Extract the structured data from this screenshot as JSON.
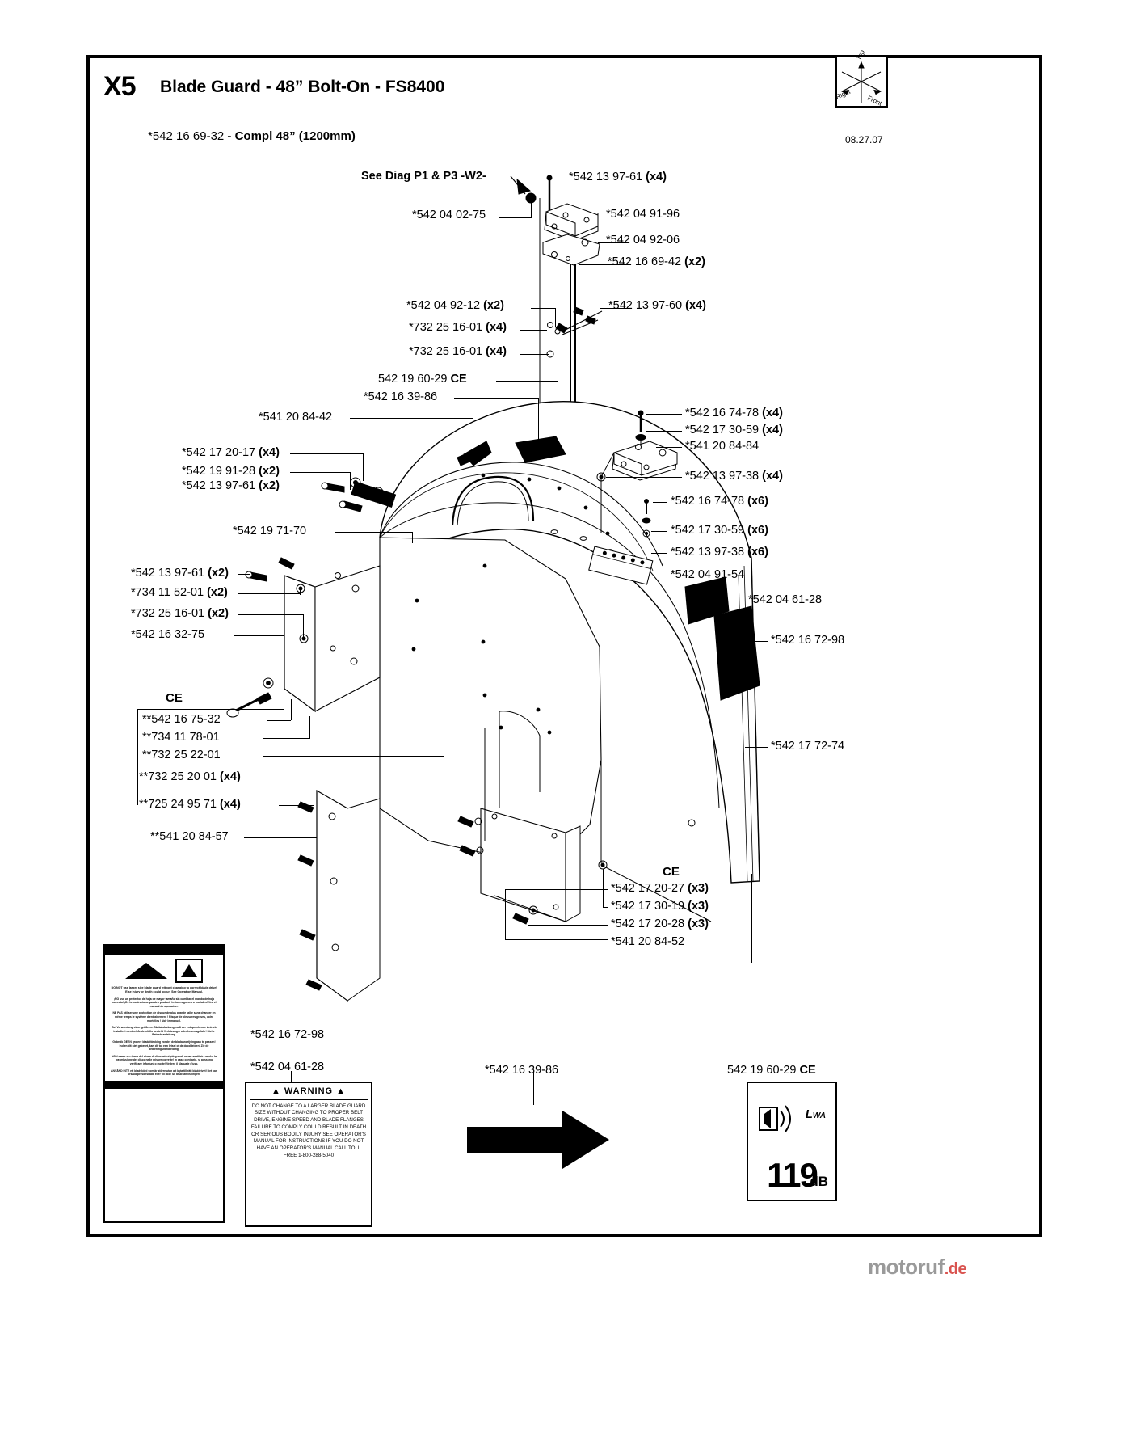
{
  "header": {
    "section_code": "X5",
    "title": "Blade Guard - 48” Bolt-On - FS8400",
    "subtitle_part": "*542 16 69-32",
    "subtitle_desc": "- Compl 48”",
    "subtitle_size": "(1200mm)",
    "date": "08.27.07"
  },
  "compass": {
    "top": "Top",
    "right": "Right",
    "front": "Front"
  },
  "callouts": {
    "see_diag": "See Diag P1 & P3",
    "see_diag_w2": "-W2-",
    "top_bolt": "*542 13 97-61",
    "top_bolt_qty": "(x4)",
    "c_542_04_02_75": "*542 04 02-75",
    "c_542_04_91_96": "*542 04 91-96",
    "c_542_04_92_06": "*542 04 92-06",
    "c_542_16_69_42": "*542 16 69-42",
    "c_542_16_69_42_qty": "(x2)",
    "c_542_04_92_12": "*542 04 92-12",
    "c_542_04_92_12_qty": "(x2)",
    "c_542_13_97_60": "*542 13 97-60",
    "c_542_13_97_60_qty": "(x4)",
    "c_732_25_16_01_a": "*732 25 16-01",
    "c_732_25_16_01_a_qty": "(x4)",
    "c_732_25_16_01_b": "*732 25 16-01",
    "c_732_25_16_01_b_qty": "(x4)",
    "c_542_19_60_29": "542 19 60-29",
    "c_542_19_60_29_ce": "CE",
    "c_542_16_39_86": "*542 16 39-86",
    "c_541_20_84_42": "*541 20 84-42",
    "c_542_17_20_17": "*542 17 20-17",
    "c_542_17_20_17_qty": "(x4)",
    "c_542_19_91_28": "*542 19 91-28",
    "c_542_19_91_28_qty": "(x2)",
    "c_542_13_97_61_a": "*542 13 97-61",
    "c_542_13_97_61_a_qty": "(x2)",
    "c_542_19_71_70": "*542 19 71-70",
    "c_542_13_97_61_b": "*542 13 97-61",
    "c_542_13_97_61_b_qty": "(x2)",
    "c_734_11_52_01": "*734 11 52-01",
    "c_734_11_52_01_qty": "(x2)",
    "c_732_25_16_01_c": "*732 25 16-01",
    "c_732_25_16_01_c_qty": "(x2)",
    "c_542_16_32_75": "*542 16 32-75",
    "ce_left_head": "CE",
    "c_542_16_75_32": "**542 16 75-32",
    "c_734_11_78_01": "**734 11 78-01",
    "c_732_25_22_01": "**732 25 22-01",
    "c_732_25_20_01": "**732 25 20 01",
    "c_732_25_20_01_qty": "(x4)",
    "c_725_24_95_71": "**725 24 95 71",
    "c_725_24_95_71_qty": "(x4)",
    "c_541_20_84_57": "**541 20 84-57",
    "c_542_16_74_78_a": "*542 16 74-78",
    "c_542_16_74_78_a_qty": "(x4)",
    "c_542_17_30_59_a": "*542 17 30-59",
    "c_542_17_30_59_a_qty": "(x4)",
    "c_541_20_84_84": "*541 20 84-84",
    "c_542_13_97_38_a": "*542 13 97-38",
    "c_542_13_97_38_a_qty": "(x4)",
    "c_542_16_74_78_b": "*542 16 74-78",
    "c_542_16_74_78_b_qty": "(x6)",
    "c_542_17_30_59_b": "*542 17 30-59",
    "c_542_17_30_59_b_qty": "(x6)",
    "c_542_13_97_38_b": "*542 13 97-38",
    "c_542_13_97_38_b_qty": "(x6)",
    "c_542_04_91_54": "*542 04 91-54",
    "c_542_04_61_28": "*542 04 61-28",
    "c_542_16_72_98": "*542 16 72-98",
    "c_542_17_72_74": "*542 17 72-74",
    "ce_bottom_head": "CE",
    "c_542_17_20_27": "*542 17 20-27",
    "c_542_17_20_27_qty": "(x3)",
    "c_542_17_30_19": "*542 17 30-19",
    "c_542_17_30_19_qty": "(x3)",
    "c_542_17_20_28": "*542 17 20-28",
    "c_542_17_20_28_qty": "(x3)",
    "c_541_20_84_52": "*541 20 84-52"
  },
  "bottom_captions": {
    "decal_a": "*542 16 72-98",
    "decal_b": "*542 04 61-28",
    "arrow_decal": "*542 16 39-86",
    "db_decal": "542 19 60-29",
    "db_decal_ce": "CE"
  },
  "decal_warning_big": {
    "line_en": "DO NOT use larger size blade guard without changing to correct blade drive! Else injury or death could occur! See Operation Manual.",
    "line_es": "¡NO use un protector de hoja de mayor tamaño sin cambiar el mando de hoja correcto! ¡De lo contrario se pueden producir lesiones graves o mortales! Vea el manual de operación.",
    "line_fr": "NE PAS utiliser une protection de disque de plus grande taille sans changer en même temps le système d'entraînement ! Risque de blessures graves, voire mortelles ! Voir le manuel.",
    "line_de": "Bei Verwendung einer größeren Blattabdeckung muß der entsprechende Antrieb installiert werden! Andernfalls besteht Verletzungs- oder Lebensgefahr! Siehe Betriebsanleitung.",
    "line_nl": "Gebruik GEEN grotere bladafdekking zonder de bladaandrijving aan te passen! Indien dit niet gebeurt, kan dit tot een letsel of de dood leiden! Zie de bedieningshandleiding.",
    "line_it": "NON usare un riparo del disco di dimensioni più grandi senza sostituire anche la trasmissione del disco nelle misure corrette! In caso contrario, si possono verificare infortuni o morte! Vedere il Manuale d'uso.",
    "line_sv": "ANVÄND INTE ett bladskörd som är större utan att byta till rätt bladdrivet! Det kan orsaka personskada eller till död! Se bruksanvisningen."
  },
  "decal_warning_small": {
    "title": "WARNING",
    "body": "DO NOT CHANGE TO A LARGER BLADE GUARD SIZE WITHOUT CHANGING TO PROPER BELT DRIVE, ENGINE SPEED AND BLADE FLANGES FAILURE TO COMPLY COULD RESULT IN DEATH OR SERIOUS BODILY INJURY SEE OPERATOR'S MANUAL FOR INSTRUCTIONS IF YOU DO NOT HAVE AN OPERATOR'S MANUAL CALL TOLL FREE 1-800-288-5040"
  },
  "decal_db": {
    "value": "119",
    "unit": "dB",
    "symbol": "Lₒₓ",
    "lwa": "LWA"
  },
  "watermark": {
    "name": "motoruf",
    "tld": ".de"
  },
  "colors": {
    "ink": "#000000",
    "paper": "#ffffff",
    "watermark": "#b9b9b9",
    "watermark_accent": "#d9534f"
  }
}
